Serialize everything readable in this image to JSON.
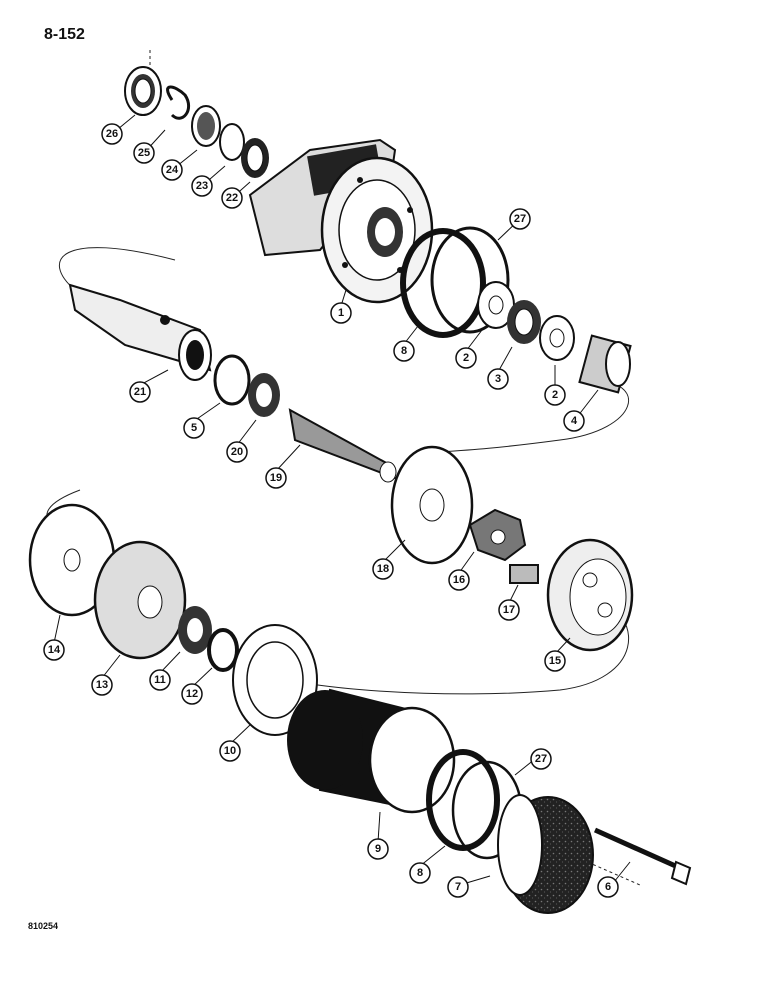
{
  "page_number": "8-152",
  "figure_code": "810254",
  "callouts": [
    "26",
    "25",
    "24",
    "23",
    "22",
    "27",
    "1",
    "8",
    "2",
    "3",
    "2",
    "4",
    "21",
    "5",
    "20",
    "19",
    "18",
    "16",
    "17",
    "15",
    "14",
    "13",
    "11",
    "12",
    "10",
    "9",
    "8",
    "27",
    "7",
    "6"
  ]
}
